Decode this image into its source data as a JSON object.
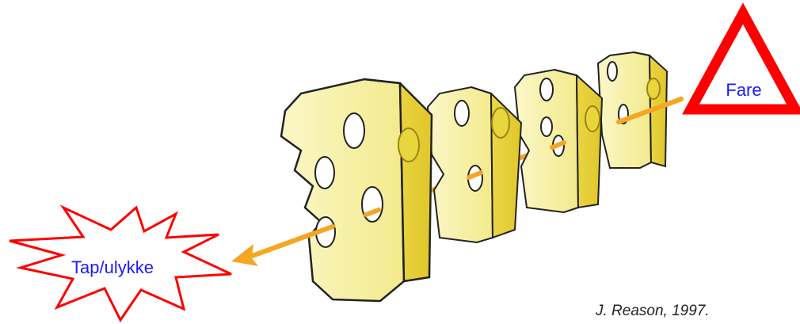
{
  "hazard": {
    "label": "Fare",
    "label_color": "#1a1aff",
    "triangle_color": "#ff0000"
  },
  "loss": {
    "label": "Tap/ulykke",
    "label_color": "#1a1aff",
    "burst_color": "#ff0000"
  },
  "trajectory": {
    "color": "#f5a623"
  },
  "barriers": {
    "count": 4,
    "fill_color": "#f6ef9a",
    "shade_color": "#e8d63c",
    "outline_color": "#222222"
  },
  "citation": {
    "text": "J. Reason, 1997."
  }
}
